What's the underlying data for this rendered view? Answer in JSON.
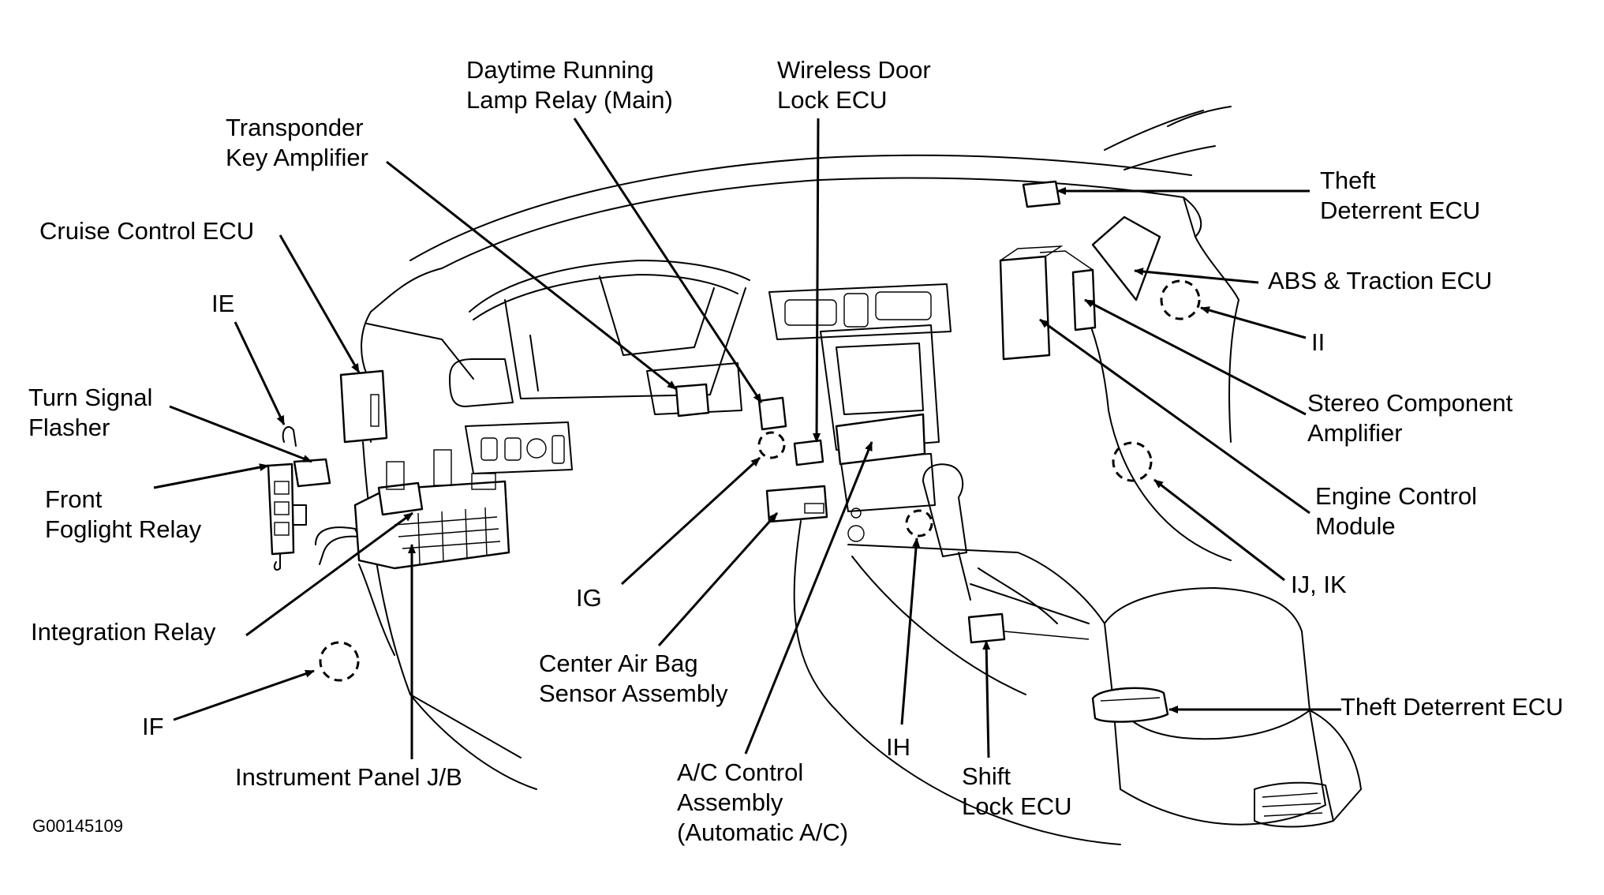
{
  "labels": {
    "daytime_running_lamp_relay": [
      "Daytime Running",
      "Lamp Relay (Main)"
    ],
    "wireless_door_lock_ecu": [
      "Wireless Door",
      "Lock ECU"
    ],
    "transponder_key_amplifier": [
      "Transponder",
      "Key Amplifier"
    ],
    "theft_deterrent_ecu_upper": [
      "Theft",
      "Deterrent ECU"
    ],
    "cruise_control_ecu": [
      "Cruise Control ECU"
    ],
    "abs_traction_ecu": [
      "ABS & Traction ECU"
    ],
    "ie": [
      "IE"
    ],
    "ii": [
      "II"
    ],
    "turn_signal_flasher": [
      "Turn Signal",
      "Flasher"
    ],
    "stereo_component_amplifier": [
      "Stereo Component",
      "Amplifier"
    ],
    "front_foglight_relay": [
      "Front",
      "Foglight Relay"
    ],
    "engine_control_module": [
      "Engine Control",
      "Module"
    ],
    "ij_ik": [
      "IJ, IK"
    ],
    "ig": [
      "IG"
    ],
    "integration_relay": [
      "Integration Relay"
    ],
    "center_air_bag_sensor": [
      "Center Air Bag",
      "Sensor Assembly"
    ],
    "theft_deterrent_ecu_lower": [
      "Theft Deterrent ECU"
    ],
    "if": [
      "IF"
    ],
    "ih": [
      "IH"
    ],
    "instrument_panel_jb": [
      "Instrument Panel J/B"
    ],
    "ac_control_assembly": [
      "A/C Control",
      "Assembly",
      "(Automatic A/C)"
    ],
    "shift_lock_ecu": [
      "Shift",
      "Lock ECU"
    ]
  },
  "figure_code": "G00145109"
}
